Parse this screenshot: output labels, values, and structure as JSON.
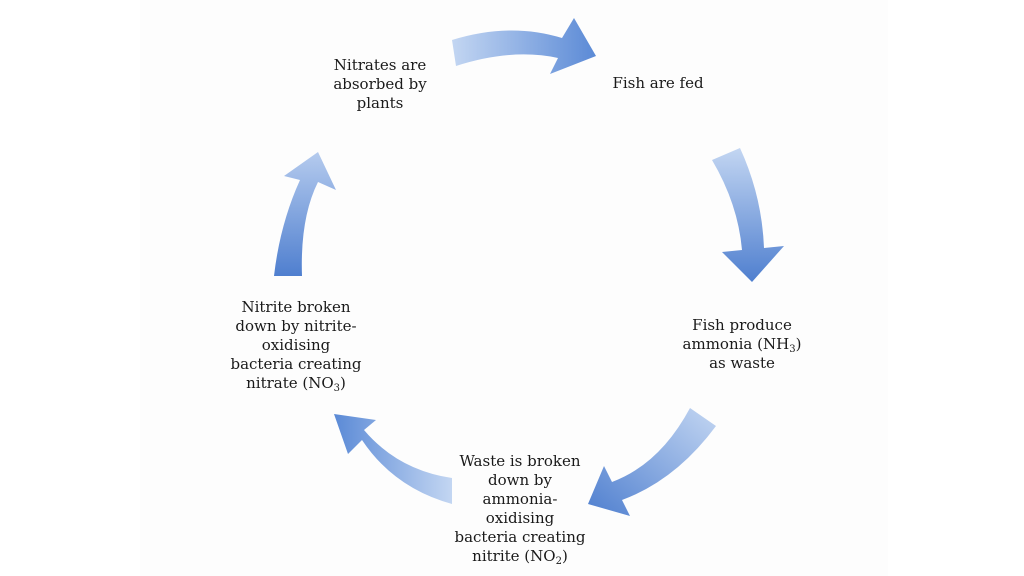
{
  "diagram": {
    "steps": [
      {
        "id": "fed",
        "lines": [
          "Fish are fed"
        ]
      },
      {
        "id": "ammonia",
        "lines": [
          [
            "Fish produce"
          ],
          [
            "ammonia (NH",
            "3",
            ")"
          ],
          [
            "as waste"
          ]
        ]
      },
      {
        "id": "nitrite",
        "lines": [
          [
            "Waste is broken"
          ],
          [
            "down by"
          ],
          [
            "ammonia-"
          ],
          [
            "oxidising"
          ],
          [
            "bacteria creating"
          ],
          [
            "nitrite (NO",
            "2",
            ")"
          ]
        ]
      },
      {
        "id": "nitrate",
        "lines": [
          [
            "Nitrite broken"
          ],
          [
            "down by nitrite-"
          ],
          [
            "oxidising"
          ],
          [
            "bacteria creating"
          ],
          [
            "nitrate (NO",
            "3",
            ")"
          ]
        ]
      },
      {
        "id": "plants",
        "lines": [
          "Nitrates are",
          "absorbed by",
          "plants"
        ]
      }
    ],
    "arrow_color_light": "#b7cdee",
    "arrow_color_dark": "#4a7fd0"
  }
}
